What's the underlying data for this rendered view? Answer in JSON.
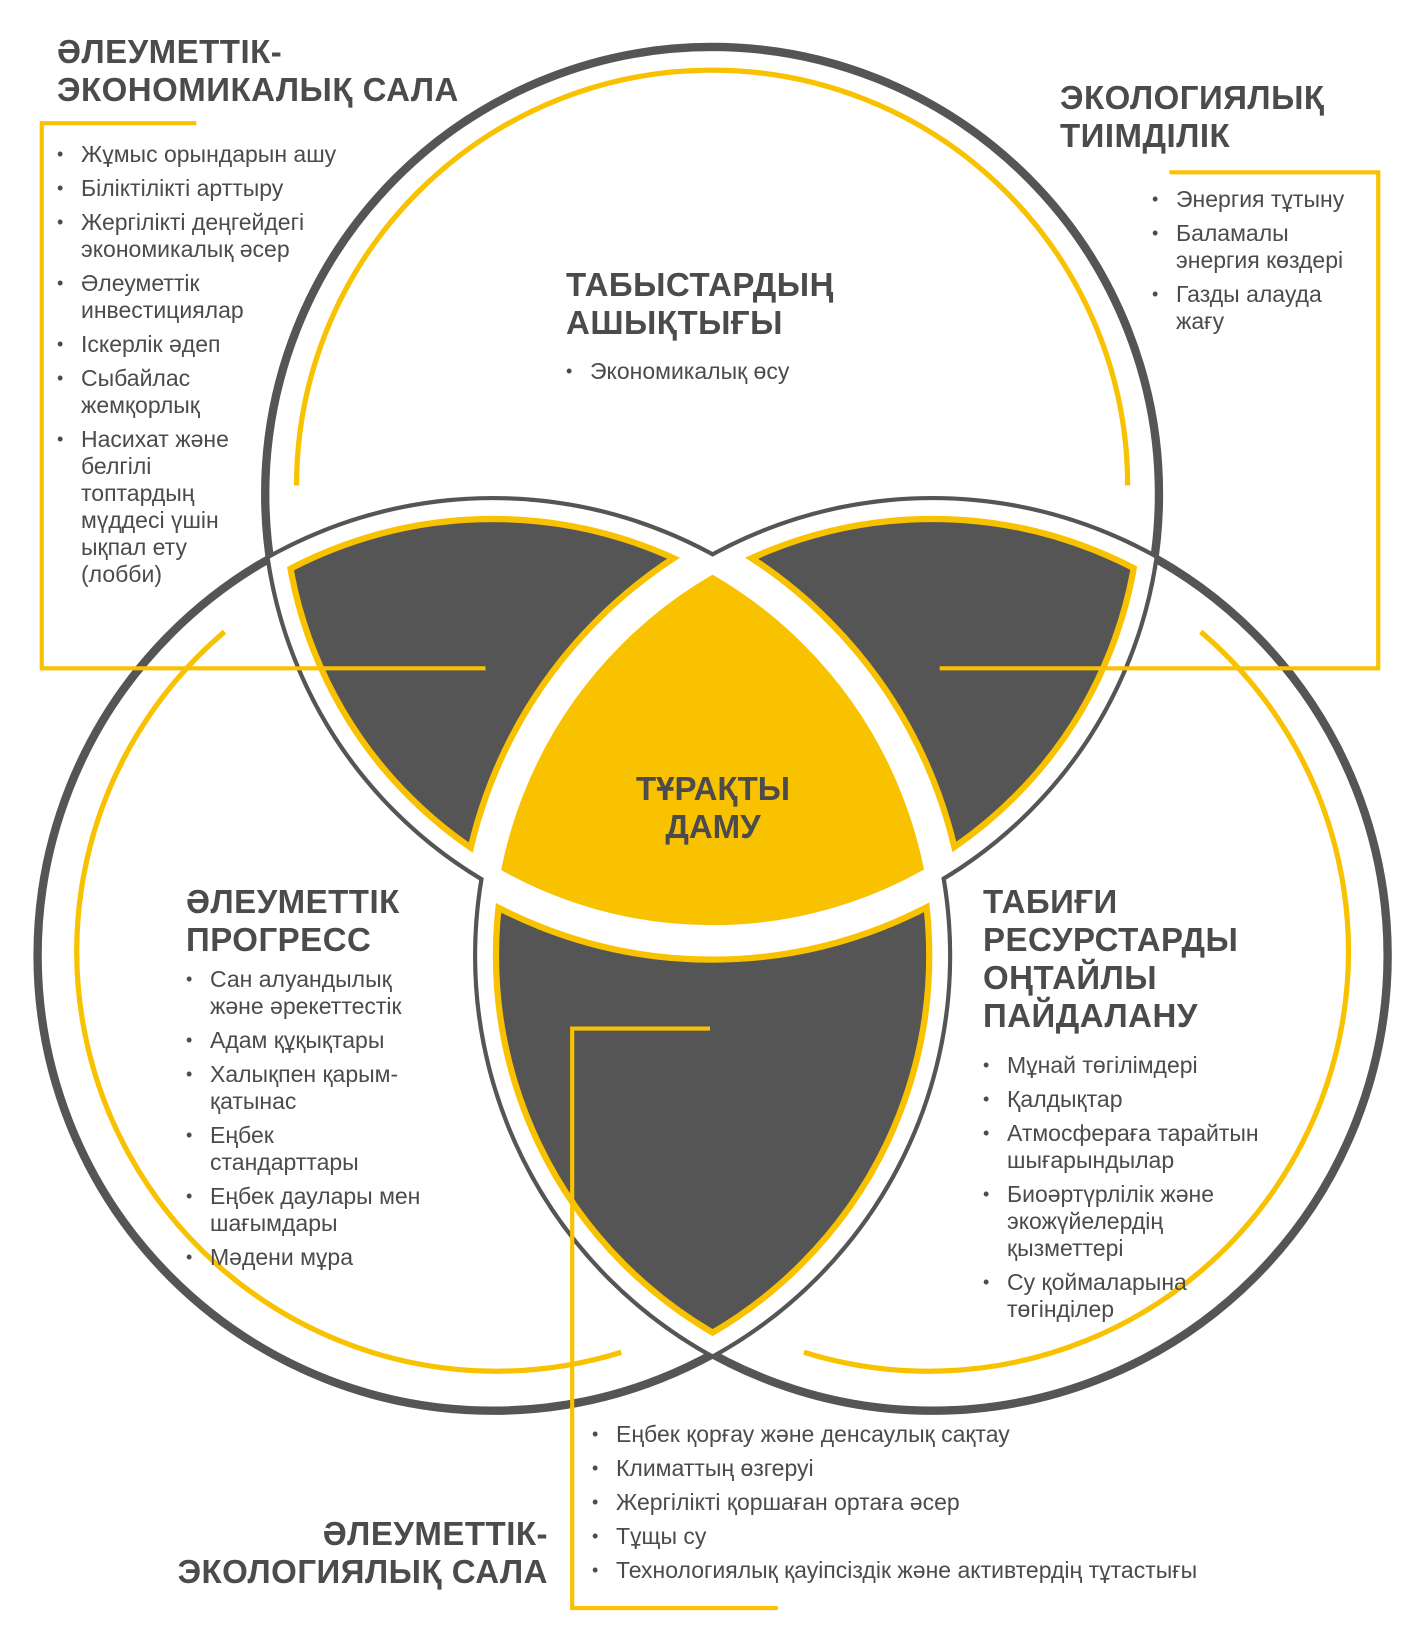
{
  "colors": {
    "accent": "#F9C200",
    "dark": "#555555",
    "text": "#4b4b4b"
  },
  "socio_economic": {
    "title": [
      "ƏЛЕУМЕТТІК-",
      "ЭКОНОМИКАЛЫҚ САЛА"
    ],
    "items": [
      "Жұмыс орындарын ашу",
      "Біліктілікті арттыру",
      "Жергілікті деңгейдегі экономикалық әсер",
      "Әлеуметтік инвестициялар",
      "Іскерлік әдеп",
      "Сыбайлас жемқорлық",
      "Насихат және белгілі топтардың мүддесі үшін ықпал ету (лобби)"
    ]
  },
  "income_transparency": {
    "title": [
      "ТАБЫСТАРДЫҢ",
      "АШЫҚТЫҒЫ"
    ],
    "items": [
      "Экономикалық өсу"
    ]
  },
  "eco_efficiency": {
    "title": [
      "ЭКОЛОГИЯЛЫҚ",
      "ТИІМДІЛІК"
    ],
    "items": [
      "Энергия тұтыну",
      "Баламалы энергия көздері",
      "Газды алауда жағу"
    ]
  },
  "center": {
    "title": [
      "ТҰРАҚТЫ",
      "ДАМУ"
    ]
  },
  "social_progress": {
    "title": [
      "ƏЛЕУМЕТТІК",
      "ПРОГРЕСС"
    ],
    "items": [
      "Сан алуандылық және әрекеттестік",
      "Адам құқықтары",
      "Халықпен қарым-қатынас",
      "Еңбек стандарттары",
      "Еңбек даулары мен шағымдары",
      "Мәдени мұра"
    ]
  },
  "natural_resources": {
    "title": [
      "ТАБИҒИ",
      "РЕСУРСТАРДЫ",
      "ОҢТАЙЛЫ",
      "ПАЙДАЛАНУ"
    ],
    "items": [
      "Мұнай төгілімдері",
      "Қалдықтар",
      "Атмосфераға тарайтын шығарындылар",
      "Биоәртүрлілік және экожүйелердің қызметтері",
      "Су қоймаларына төгінділер"
    ]
  },
  "socio_ecological": {
    "title": [
      "ƏЛЕУМЕТТІК-",
      "ЭКОЛОГИЯЛЫҚ САЛА"
    ],
    "items": [
      "Еңбек қорғау және денсаулық сақтау",
      "Климаттың өзгеруі",
      "Жергілікті қоршаған ортаға әсер",
      "Тұщы су",
      "Технологиялық қауіпсіздік және активтердің тұтастығы"
    ]
  }
}
